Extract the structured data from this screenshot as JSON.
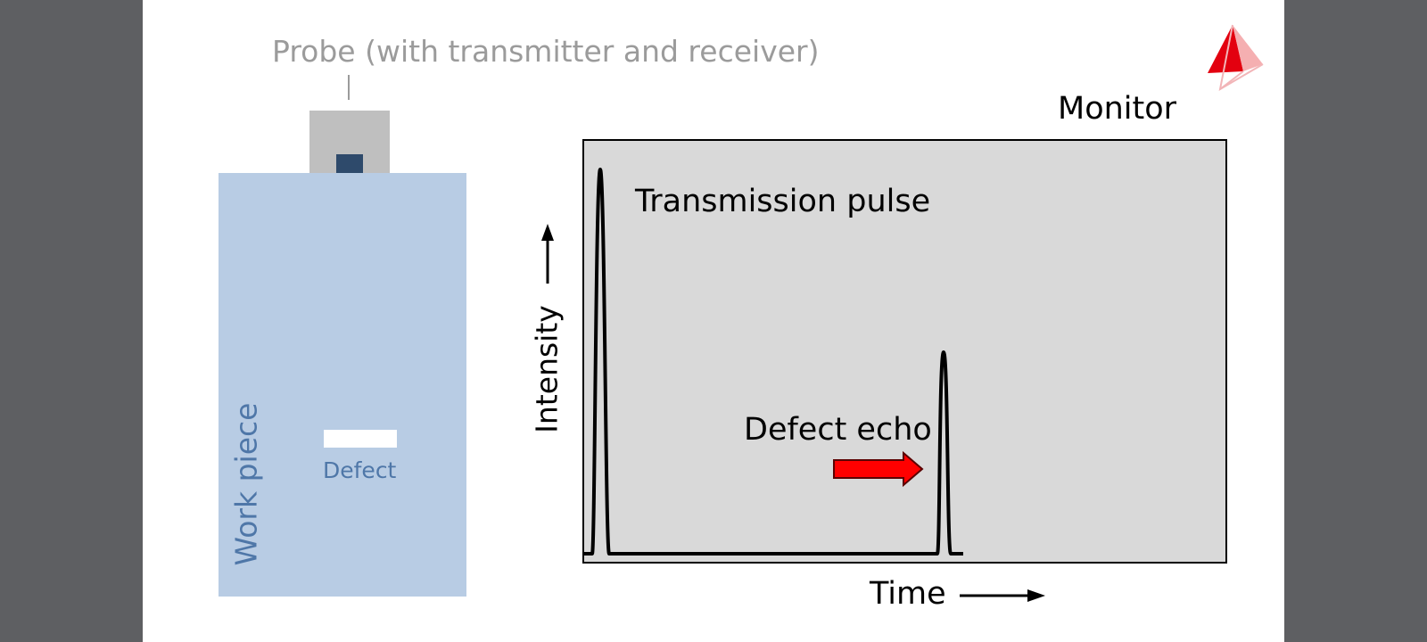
{
  "probe": {
    "label": "Probe (with transmitter and receiver)"
  },
  "workpiece": {
    "label": "Work piece"
  },
  "defect": {
    "label": "Defect"
  },
  "monitor": {
    "label": "Monitor",
    "y_axis_label": "Intensity",
    "x_axis_label": "Time",
    "transmission_label": "Transmission pulse",
    "echo_label": "Defect echo"
  },
  "colors": {
    "workpiece": "#b8cce4",
    "workpiece_text": "#4f77a8",
    "probe": "#bfbfbf",
    "sensor": "#2e4a6b",
    "screen": "#d9d9d9",
    "arrow": "#ff0000",
    "logo": "#e3000f"
  },
  "icons": {
    "logo": "red-pyramid-logo-icon"
  }
}
